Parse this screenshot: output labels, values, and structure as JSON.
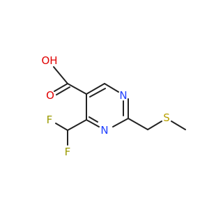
{
  "molecule": {
    "atoms": {
      "O_hydroxyl": {
        "label": "OH",
        "color": "#e00000"
      },
      "O_carbonyl": {
        "label": "O",
        "color": "#e00000"
      },
      "N_1": {
        "label": "N",
        "color": "#2040ff"
      },
      "N_3": {
        "label": "N",
        "color": "#2040ff"
      },
      "F_1": {
        "label": "F",
        "color": "#9a9a00"
      },
      "F_2": {
        "label": "F",
        "color": "#9a9a00"
      },
      "S": {
        "label": "S",
        "color": "#b8a000"
      }
    }
  }
}
